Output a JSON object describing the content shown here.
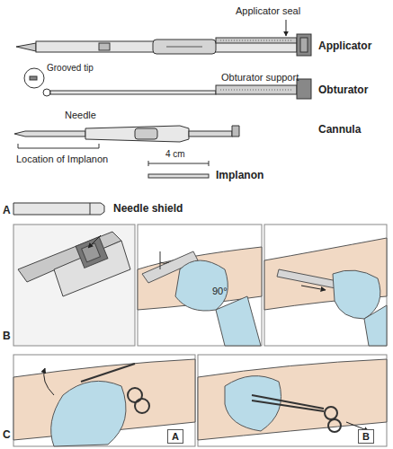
{
  "diagram": {
    "labels": [
      "Applicator seal",
      "Applicator",
      "Grooved tip",
      "Obturator support",
      "Obturator",
      "Needle",
      "Cannula",
      "Location of Implanon",
      "4 cm",
      "Implanon",
      "Needle shield",
      "A",
      "B",
      "90°",
      "C",
      "A",
      "B"
    ]
  }
}
